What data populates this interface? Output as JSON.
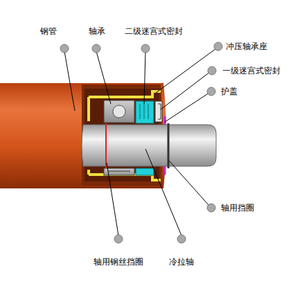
{
  "diagram": {
    "labels": [
      "钢管",
      "轴承",
      "二级迷宫式密封",
      "冲压轴承座",
      "一级迷宫式密封",
      "护盖",
      "轴用挡圈",
      "轴用钢丝挡圈",
      "冷拉轴"
    ]
  }
}
